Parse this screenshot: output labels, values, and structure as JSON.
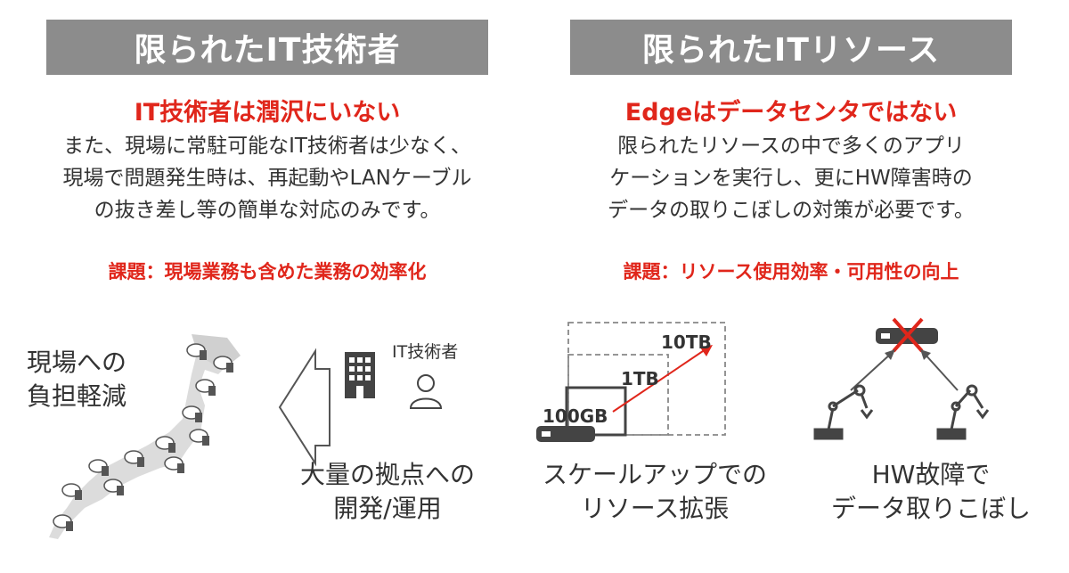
{
  "left": {
    "title": "限られたIT技術者",
    "subtitle": "IT技術者は潤沢にいない",
    "body_lines": [
      "また、現場に常駐可能なIT技術者は少なく、",
      "現場で問題発生時は、再起動やLANケーブル",
      "の抜き差し等の簡単な対応のみです。"
    ],
    "issue": "課題：現場業務も含めた業務の効率化",
    "burden_lines": [
      "現場への",
      "負担軽減"
    ],
    "engineer_label": "IT技術者",
    "caption_lines": [
      "大量の拠点への",
      "開発/運用"
    ]
  },
  "right": {
    "title": "限られたITリソース",
    "subtitle": "Edgeはデータセンタではない",
    "body_lines": [
      "限られたリソースの中で多くのアプリ",
      "ケーションを実行し、更にHW障害時の",
      "データの取りこぼしの対策が必要です。"
    ],
    "issue": "課題：リソース使用効率・可用性の向上",
    "size_labels": [
      "10TB",
      "1TB",
      "100GB"
    ],
    "scaleup_caption_lines": [
      "スケールアップでの",
      "リソース拡張"
    ],
    "failure_caption_lines": [
      "HW故障で",
      "データ取りこぼし"
    ]
  },
  "colors": {
    "banner": "#8c8c8c",
    "accent_red": "#e0261b",
    "text": "#333333",
    "icon_dark": "#444444",
    "map_fill": "#dcdcdc"
  }
}
